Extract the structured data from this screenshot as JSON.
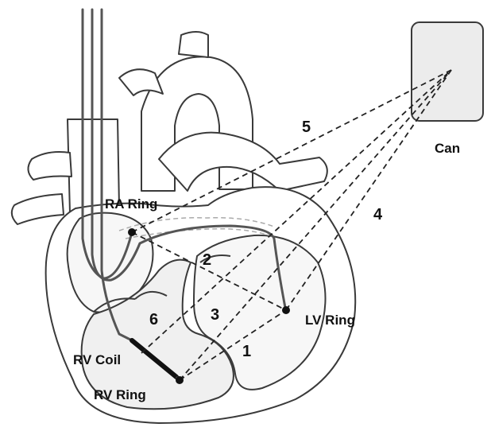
{
  "labels": {
    "can": "Can",
    "ra_ring": "RA Ring",
    "lv_ring": "LV Ring",
    "rv_coil": "RV Coil",
    "rv_ring": "RV Ring"
  },
  "vectors": [
    "1",
    "2",
    "3",
    "4",
    "5",
    "6"
  ],
  "colors": {
    "outline": "#3a3a3a",
    "heart_fill": "#ffffff",
    "chamber_fill": "#f0f0f0",
    "can_fill": "#ececec",
    "lead": "#555555",
    "coil": "#111111",
    "vector_line": "#222222"
  }
}
